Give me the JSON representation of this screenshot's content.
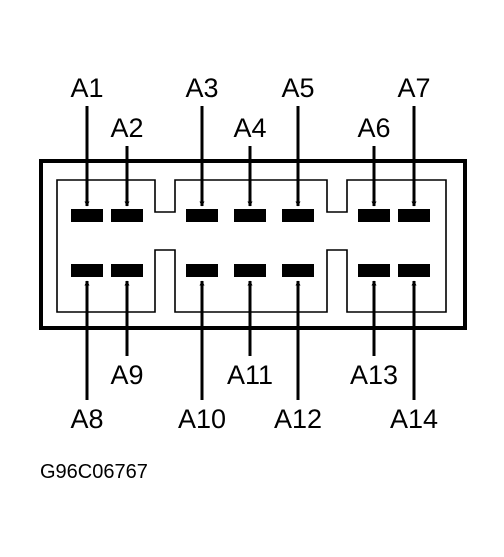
{
  "connector": {
    "top_pins": [
      {
        "label": "A1"
      },
      {
        "label": "A2"
      },
      {
        "label": "A3"
      },
      {
        "label": "A4"
      },
      {
        "label": "A5"
      },
      {
        "label": "A6"
      },
      {
        "label": "A7"
      }
    ],
    "bottom_pins": [
      {
        "label": "A8"
      },
      {
        "label": "A9"
      },
      {
        "label": "A10"
      },
      {
        "label": "A11"
      },
      {
        "label": "A12"
      },
      {
        "label": "A13"
      },
      {
        "label": "A14"
      }
    ]
  },
  "figure_code": "G96C06767",
  "colors": {
    "line": "#000000",
    "background": "#ffffff"
  }
}
